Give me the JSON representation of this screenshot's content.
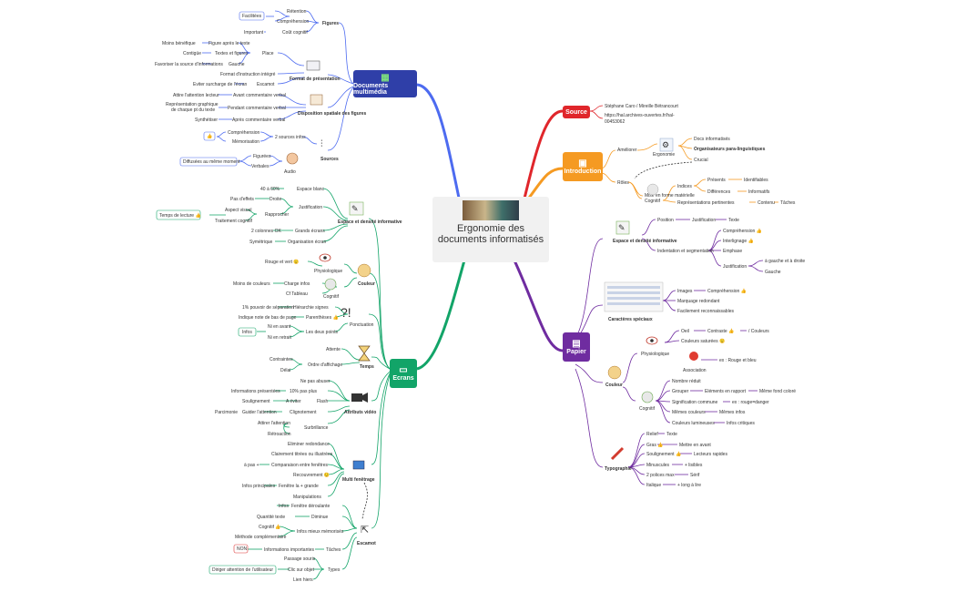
{
  "root": {
    "title": "Ergonomie des documents informatisés"
  },
  "hubs": {
    "source": "Source",
    "introduction": "Introduction",
    "papier": "Papier",
    "documents_multimedia": "Documents multimédia",
    "ecrans": "Ecrans"
  },
  "colors": {
    "source": "#e0262b",
    "introduction": "#f59a22",
    "papier": "#6f2ca0",
    "documents_multimedia": "#2f3fa8",
    "ecrans": "#12a468"
  },
  "source": {
    "authors": "Stéphane Caro / Mireille Bétrancourt",
    "url1": "https://hal.archives-ouvertes.fr/hal-",
    "url2": "00453062"
  },
  "introduction": {
    "ameliorer": "Améliorer",
    "ergonomie": "Ergonomie",
    "docs_info": "Docs informatisés",
    "organisateurs": "Organisateurs para-linguistiques",
    "crucial": "Crucial",
    "roles": "Rôles",
    "mise_en_forme": "Mise en forme matérielle",
    "cognitif": "Cognitif",
    "indices": "Indices",
    "presents": "Présents",
    "identifiables": "Identifiables",
    "differences": "Différences",
    "informatifs": "Informatifs",
    "representations": "Représentations pertinentes",
    "contenu": "Contenu",
    "taches": "Tâches"
  },
  "papier": {
    "espace": "Espace et densité informative",
    "position": "Position",
    "justification": "Justification",
    "texte": "Texte",
    "indentation": "Indentation et segmentation",
    "comprehension": "Compréhension 👍",
    "interlignage": "Interlignage 👍",
    "emphase": "Emphase",
    "justification2": "Justification",
    "gauche_droite": "à gauche et à droite",
    "gauche": "Gauche",
    "caracteres": "Caractères spéciaux",
    "images": "Images",
    "comprehension2": "Compréhension 👍",
    "marquage": "Marquage redondant",
    "facilement": "Facilement reconnaissables",
    "couleur": "Couleur",
    "physiologique": "Physiologique",
    "oeil": "Oeil",
    "contraste": "Contraste 👍",
    "slash_couleurs": "/ Couleurs",
    "saturees": "Couleurs saturées 😟",
    "ex_rouge": "ex : Rouge et bleu",
    "association": "Association",
    "cognitif": "Cognitif",
    "nombre": "Nombre réduit",
    "grouper": "Grouper",
    "elements": "Eléments en rapport",
    "meme_fond": "Même fond coloré",
    "signification": "Signification commune",
    "ex_danger": "ex : rouge=danger",
    "memes_couleurs": "Mêmes couleurs",
    "memes_infos": "Mêmes infos",
    "lumineuses": "Couleurs lumineuses",
    "infos_critiques": "Infos critiques",
    "typographie": "Typographie",
    "relief": "Relief",
    "texte2": "Texte",
    "gras": "Gras 👍",
    "mettre": "Mettre en avant",
    "soulignement": "Soulignement 👍",
    "lecteurs": "Lecteurs rapides",
    "minuscules": "Minuscules",
    "lisibles": "+ lisibles",
    "points": "2 polices max",
    "serif": "Sérif",
    "italique": "Italique",
    "long": "+ long à lire"
  },
  "doc": {
    "figures": "Figures",
    "facilitees": "Facilitées",
    "retention": "Rétention",
    "comprehension": "Compréhension",
    "cout": "Coût cognitif",
    "important": "Important",
    "format": "Format de présentation",
    "moins": "Moins bénéfique",
    "figure_apres": "Figure après le texte",
    "contigue": "Contigüe",
    "textes_figures": "Textes et figures",
    "place": "Place",
    "favoriser": "Favoriser la source d'informations",
    "gauche": "Gauche",
    "format_integre": "Format d'instruction intégré",
    "eviter": "Eviter surcharge de l'écran",
    "escamot": "Escamot",
    "disposition": "Disposition spatiale des figures",
    "attire": "Attire l'attention lecteur",
    "avant": "Avant commentaire verbal",
    "representation": "Représentation graphique",
    "de_chaque": "de chaque pt du texte",
    "pendant": "Pendant commentaire verbal",
    "synthetiser": "Synthétiser",
    "apres": "Après commentaire verbal",
    "sources": "Sources",
    "deux_sources": "2 sources infos",
    "comprehension2": "Compréhension",
    "memorisation": "Mémorisation",
    "thumb": "👍",
    "figurees": "Figurées",
    "verbales": "Verbales",
    "audio": "Audio",
    "diffusees": "Diffusées au même moment"
  },
  "ecrans": {
    "espace": "Espace et densité informative",
    "pct": "40 à 60%",
    "espace_blanc": "Espace blanc",
    "pas_effets": "Pas d'effets",
    "droite": "Droite",
    "justification": "Justification",
    "aspect": "Aspect visuel",
    "temps_lecture": "Temps de lecture 👍",
    "traitement": "Traitement cognitif",
    "rapprocher": "Rapprocher",
    "colonnes": "2 colonnes OK",
    "grands_ecrans": "Grands écrans",
    "symetrique": "Symétrique",
    "organisation": "Organisation écran",
    "couleur": "Couleur",
    "rouge_vert": "Rouge et vert 😟",
    "physiologique": "Physiologique",
    "moins_couleurs": "Moins de couleurs",
    "charge": "Charge infos",
    "cf": "Cf Tableau",
    "cognitif": "Cognitif",
    "ponctuation": "Ponctuation",
    "pouvoir": "1% pouvoir de séparation",
    "hierarchie": "Hiérarchie signes",
    "indique": "Indique note de bas de page",
    "parentheses": "Parenthèses 👍",
    "ni_avant": "Ni en avant",
    "ni_retrait": "Ni en retrait",
    "infos": "Infos",
    "deux_points": "Les deux points",
    "temps": "Temps",
    "attente": "Attente",
    "contraintes": "Contraintes",
    "ordre": "Ordre d'affichage",
    "delai": "Délai",
    "attributs": "Attributs vidéo",
    "ne_pas": "Ne pas abuser",
    "informations": "Informations présentées",
    "pct10": "10% pas plus",
    "soulignement": "Soulignement",
    "a_eviter": "A éviter",
    "flash": "Flash",
    "parcimonie": "Parcimonie",
    "guider": "Guider l'attention",
    "clignotement": "Clignotement",
    "attirer": "Attirer l'attention",
    "surbrillance": "Surbrillance",
    "retroaction": "Rétroaction",
    "multi": "Multi fenêtrage",
    "eliminer": "Eliminer redondance",
    "clairement": "Clairement titrées ou illustrées",
    "a_pas": "à pas +",
    "comparaison": "Comparaison entre fenêtres",
    "recouvrement": "Recouvrement 😟",
    "infos_principales": "Infos principales",
    "fenetre": "Fenêtre la + grande",
    "manipulations": "Manipulations",
    "escamot": "Escamot",
    "infos2": "Infos",
    "fenetre_deroulante": "Fenêtre déroulante",
    "quantite": "Quantité texte",
    "diminue": "Diminue",
    "cognitif2": "Cognitif 👍",
    "infos_mieux": "Infos mieux mémorisés",
    "methode": "Méthode complémentaire",
    "non": "NON",
    "infos_importantes": "Informations importantes",
    "taches": "Tâches",
    "passage": "Passage souris",
    "clic": "Clic sur objet",
    "diriger": "Diriger attention de l'utilisateur",
    "types": "Types",
    "lien": "Lien hiers"
  }
}
